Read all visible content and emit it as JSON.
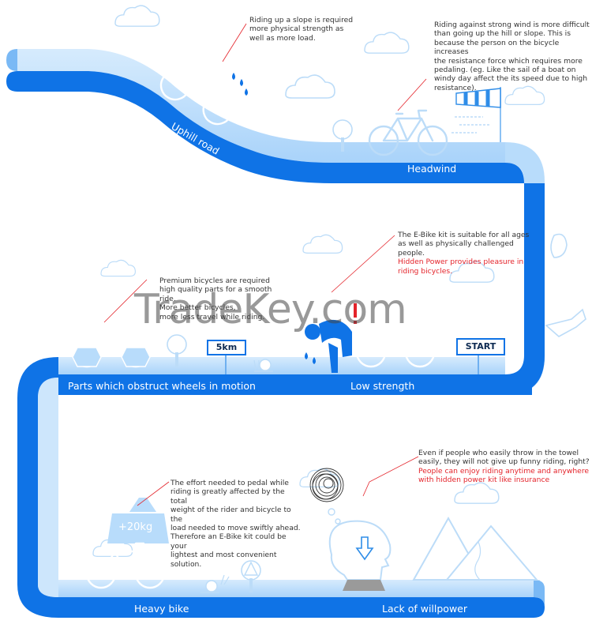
{
  "stages": {
    "uphill": "Uphill road",
    "headwind": "Headwind",
    "parts": "Parts which obstruct wheels in motion",
    "low_strength": "Low strength",
    "heavy_bike": "Heavy bike",
    "willpower": "Lack of willpower"
  },
  "notes": {
    "uphill": [
      "Riding up a slope is required",
      "more physical strength as",
      "well as more load."
    ],
    "headwind": [
      "Riding against strong wind is more difficult",
      "than going up the hill or slope. This is",
      "because the person on the bicycle increases",
      "the resistance force which requires more",
      "pedaling. (eg. Like the sail of a boat on",
      "windy day affect the its speed due to high",
      "resistance)."
    ],
    "lowstrength": [
      "The E-Bike kit is suitable for all ages",
      "as well as physically challenged",
      "people."
    ],
    "lowstrength_red": [
      "Hidden Power provides pleasure in",
      "riding bicycles."
    ],
    "parts": [
      "Premium bicycles are required",
      "high quality parts for a smooth ride.",
      "More better bicycles,",
      "more less travel while riding."
    ],
    "heavy": [
      "The effort needed to pedal while",
      "riding is greatly affected by the total",
      "weight of the rider and bicycle to the",
      "load needed to move swiftly ahead.",
      "Therefore an E-Bike kit could be your",
      "lightest and most convenient solution."
    ],
    "willpower": [
      "Even if people who easily throw in the towel",
      "easily, they will not give up funny riding, right?"
    ],
    "willpower_red": [
      "People can enjoy riding anytime and anywhere",
      "with hidden power kit like insurance"
    ]
  },
  "signs": {
    "start": "START",
    "distance": "5km"
  },
  "weight": "+20kg",
  "watermark": "TradeKey.com",
  "colors": {
    "track": "#0f73e6",
    "track_light": "#b8dcfb",
    "sky": "#e6f3ff",
    "outline": "#bcdcf8",
    "note_red": "#e4232a"
  }
}
